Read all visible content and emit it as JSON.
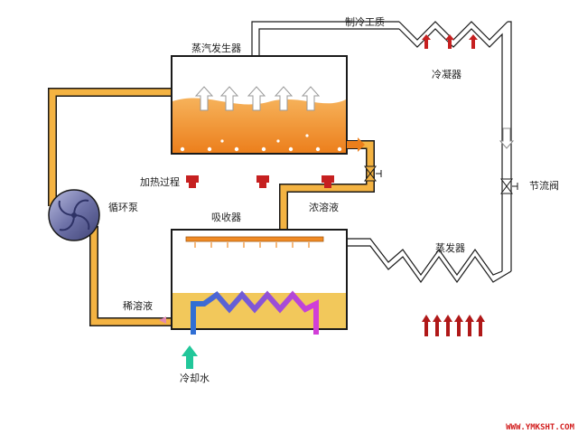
{
  "labels": {
    "refrigerant": "制冷工质",
    "generator": "蒸汽发生器",
    "condenser": "冷凝器",
    "heating": "加热过程",
    "throttle": "节流阀",
    "pump": "循环泵",
    "absorber": "吸收器",
    "strong_solution": "浓溶液",
    "evaporator": "蒸发器",
    "weak_solution": "稀溶液",
    "cooling_water": "冷却水"
  },
  "watermark": "WWW.YMKSHT.COM",
  "colors": {
    "pipe_fill": "#f4b342",
    "pipe_edge": "#1a1a1a",
    "generator_liquid": "#f08a24",
    "absorber_liquid": "#f2c85b",
    "heat_red": "#c62020",
    "coil_blue": "#2f6fd4",
    "coil_magenta": "#d23ed8",
    "cool_arrow": "#22c79a",
    "pump_face": "#7a7fb8"
  }
}
